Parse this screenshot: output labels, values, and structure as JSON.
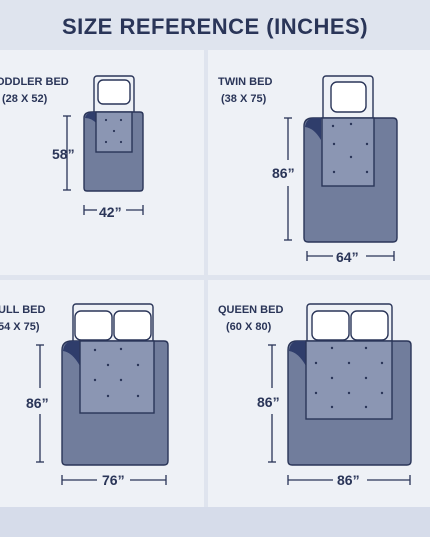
{
  "title": "SIZE REFERENCE (INCHES)",
  "colors": {
    "blanket": "#717d9c",
    "blanket_dark": "#2f3d6b",
    "mattress": "#8b96b3",
    "outline": "#2a3558",
    "pillow": "#ffffff",
    "panel": "#eef1f6"
  },
  "panels": {
    "toddler": {
      "name": "ODDLER BED",
      "size": "(28 X 52)",
      "height": "58”",
      "width": "42”"
    },
    "twin": {
      "name": "TWIN BED",
      "size": "(38 X 75)",
      "height": "86”",
      "width": "64”"
    },
    "full": {
      "name": "ULL BED",
      "size": "54 X 75)",
      "height": "86”",
      "width": "76”"
    },
    "queen": {
      "name": "QUEEN BED",
      "size": "(60 X 80)",
      "height": "86”",
      "width": "86”"
    }
  }
}
